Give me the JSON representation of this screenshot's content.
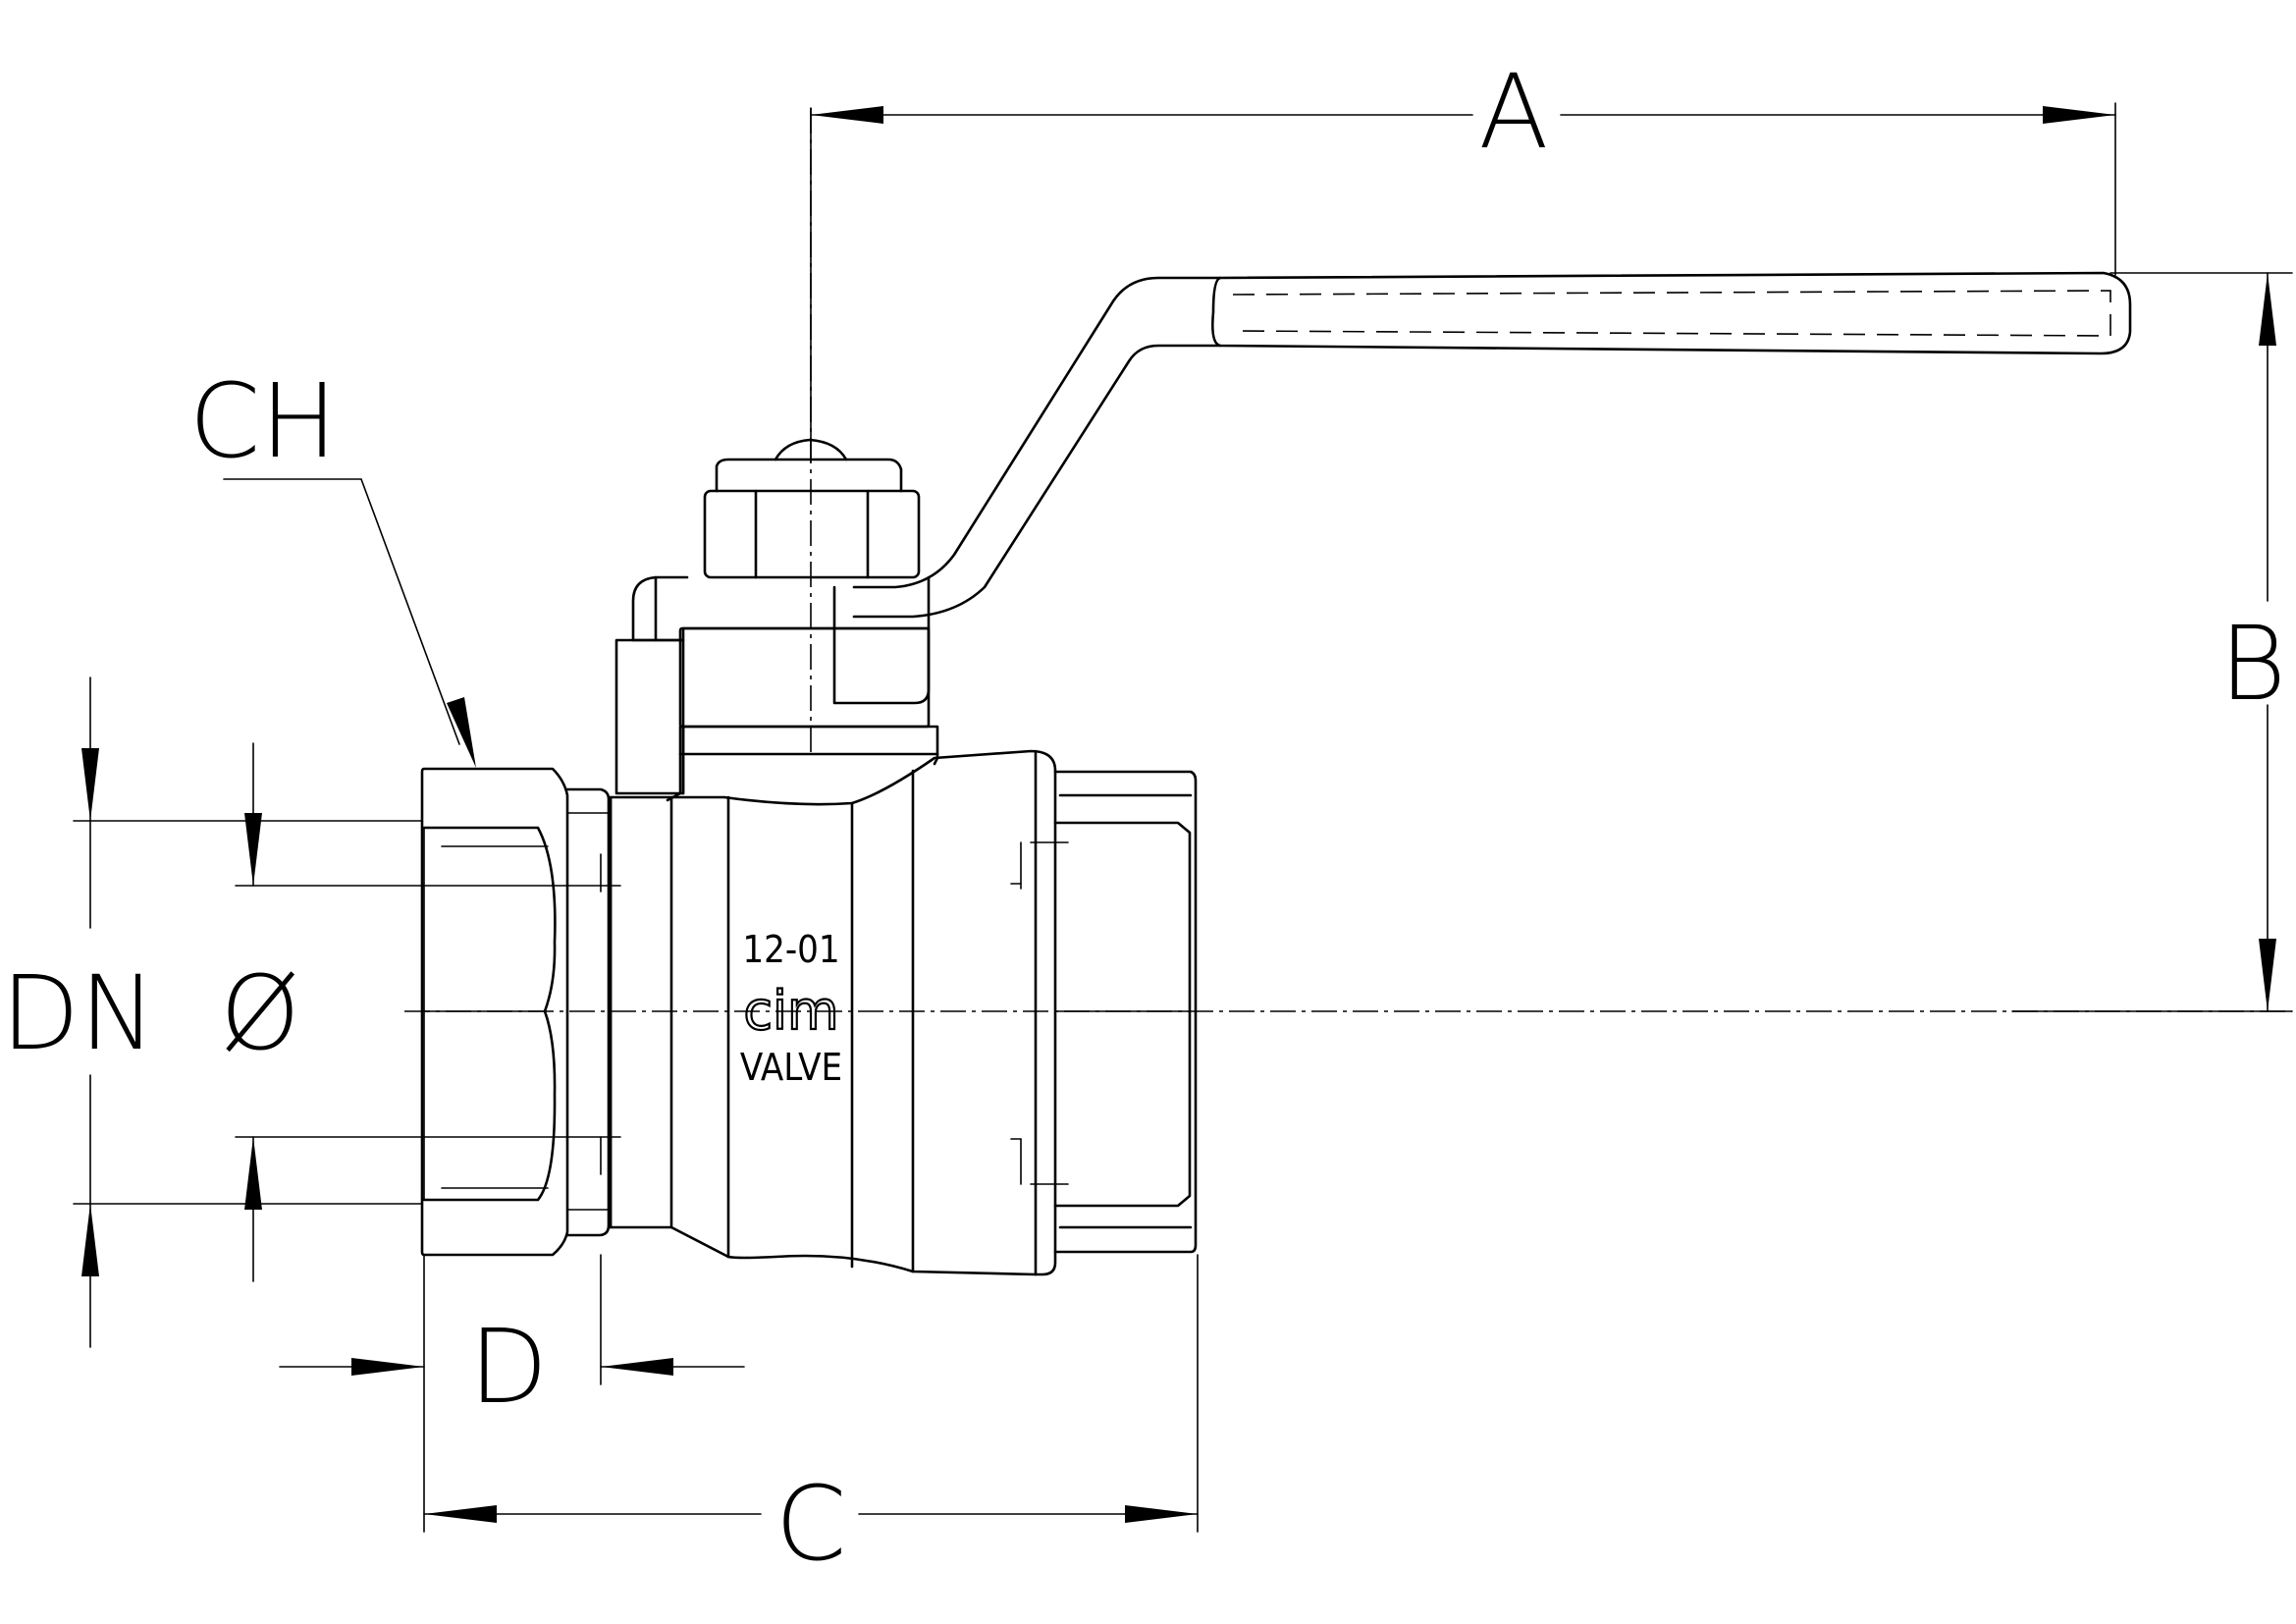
{
  "dimensions": {
    "a": "A",
    "b": "B",
    "c": "C",
    "d": "D",
    "ch": "CH",
    "dn": "DN",
    "diameter": "Ø"
  },
  "body_marking": {
    "code": "12-01",
    "brand": "cim",
    "word": "VALVE"
  }
}
